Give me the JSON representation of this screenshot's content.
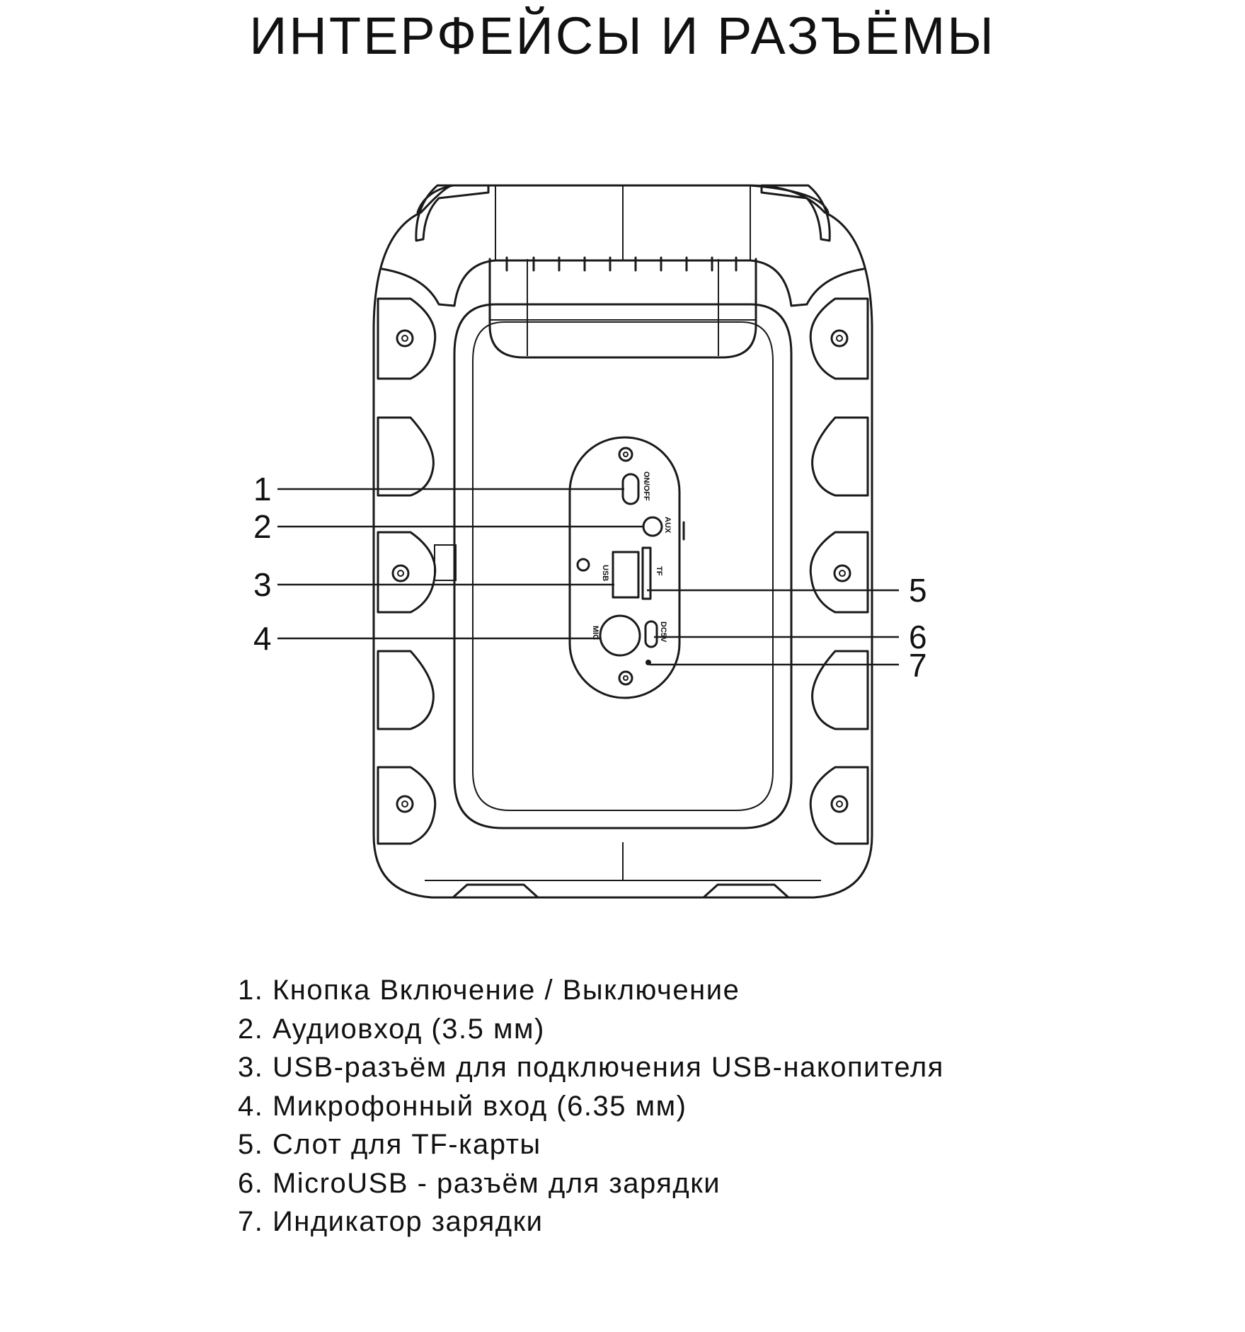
{
  "page": {
    "title": "ИНТЕРФЕЙСЫ И РАЗЪЁМЫ"
  },
  "ports": {
    "onoff": "ON/OFF",
    "aux": "AUX",
    "usb": "USB",
    "tf": "TF",
    "mic": "MIC",
    "dc": "DC5V"
  },
  "callouts": [
    "1",
    "2",
    "3",
    "4",
    "5",
    "6",
    "7"
  ],
  "legend": [
    "1. Кнопка Включение / Выключение",
    "2. Аудиовход (3.5 мм)",
    "3. USB-разъём для подключения USB-накопителя",
    "4. Микрофонный вход (6.35 мм)",
    "5. Слот для TF-карты",
    "6. MicroUSB - разъём для зарядки",
    "7. Индикатор зарядки"
  ]
}
